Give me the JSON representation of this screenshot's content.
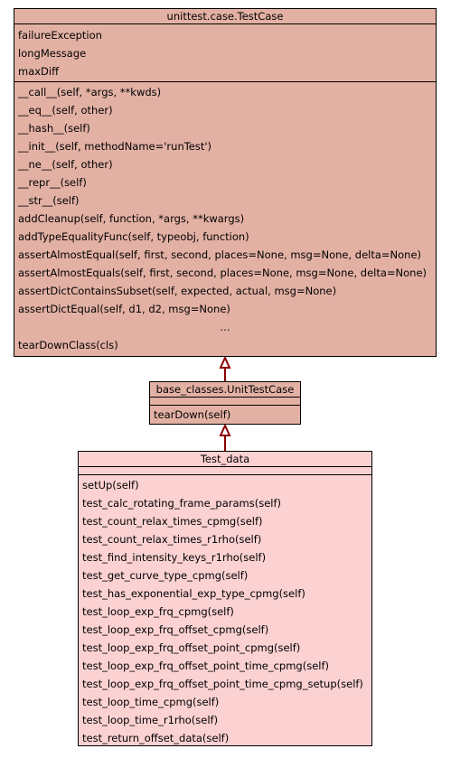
{
  "diagram": {
    "classes": {
      "testcase": {
        "name": "unittest.case.TestCase",
        "attributes": [
          "failureException",
          "longMessage",
          "maxDiff"
        ],
        "methods": [
          "__call__(self, *args, **kwds)",
          "__eq__(self, other)",
          "__hash__(self)",
          "__init__(self, methodName='runTest')",
          "__ne__(self, other)",
          "__repr__(self)",
          "__str__(self)",
          "addCleanup(self, function, *args, **kwargs)",
          "addTypeEqualityFunc(self, typeobj, function)",
          "assertAlmostEqual(self, first, second, places=None, msg=None, delta=None)",
          "assertAlmostEquals(self, first, second, places=None, msg=None, delta=None)",
          "assertDictContainsSubset(self, expected, actual, msg=None)",
          "assertDictEqual(self, d1, d2, msg=None)",
          "...",
          "tearDownClass(cls)"
        ]
      },
      "unittestcase": {
        "name": "base_classes.UnitTestCase",
        "attributes": [],
        "methods": [
          "tearDown(self)"
        ]
      },
      "testdata": {
        "name": "Test_data",
        "attributes": [],
        "methods": [
          "setUp(self)",
          "test_calc_rotating_frame_params(self)",
          "test_count_relax_times_cpmg(self)",
          "test_count_relax_times_r1rho(self)",
          "test_find_intensity_keys_r1rho(self)",
          "test_get_curve_type_cpmg(self)",
          "test_has_exponential_exp_type_cpmg(self)",
          "test_loop_exp_frq_cpmg(self)",
          "test_loop_exp_frq_offset_cpmg(self)",
          "test_loop_exp_frq_offset_point_cpmg(self)",
          "test_loop_exp_frq_offset_point_time_cpmg(self)",
          "test_loop_exp_frq_offset_point_time_cpmg_setup(self)",
          "test_loop_time_cpmg(self)",
          "test_loop_time_r1rho(self)",
          "test_return_offset_data(self)"
        ]
      }
    },
    "colors": {
      "base_fill": "#e3b1a4",
      "leaf_fill": "#fbd1d2",
      "arrow": "#8b0000",
      "border": "#000000"
    }
  }
}
